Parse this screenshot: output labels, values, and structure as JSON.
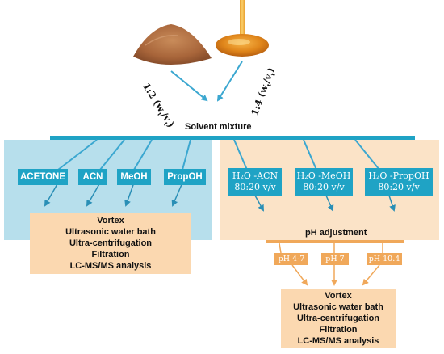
{
  "top": {
    "left_ratio": "1:2",
    "left_ratio_unit": "(w",
    "left_ratio_sub1": "t",
    "left_ratio_mid": "/v",
    "left_ratio_sub2": "t",
    "left_ratio_end": ")",
    "right_ratio": "1:4",
    "right_ratio_unit": "(w",
    "right_ratio_sub1": "t",
    "right_ratio_mid": "/v",
    "right_ratio_sub2": "t",
    "right_ratio_end": ")",
    "solvent_mixture": "Solvent mixture"
  },
  "solvents_left": [
    "ACETONE",
    "ACN",
    "MeOH",
    "PropOH"
  ],
  "solvents_right": [
    {
      "line1": "H₂O -ACN",
      "line2": "80:20 v/v"
    },
    {
      "line1": "H₂O -MeOH",
      "line2": "80:20 v/v"
    },
    {
      "line1": "H₂O -PropOH",
      "line2": "80:20 v/v"
    }
  ],
  "process_left": [
    "Vortex",
    "Ultrasonic water bath",
    "Ultra-centrifugation",
    "Filtration",
    "LC-MS/MS analysis"
  ],
  "ph_adjustment": "pH adjustment",
  "ph_values": [
    "pH 4-7",
    "pH 7",
    "pH 10.4"
  ],
  "process_right": [
    "Vortex",
    "Ultrasonic water bath",
    "Ultra-centrifugation",
    "Filtration",
    "LC-MS/MS analysis"
  ],
  "colors": {
    "blue_accent": "#1fa3c5",
    "arrow_blue": "#3ba7d0",
    "orange_accent": "#f0a85a",
    "panel_left": "#b7dfec",
    "panel_right": "#fbe3c7",
    "process_box": "#fbd8b0"
  }
}
